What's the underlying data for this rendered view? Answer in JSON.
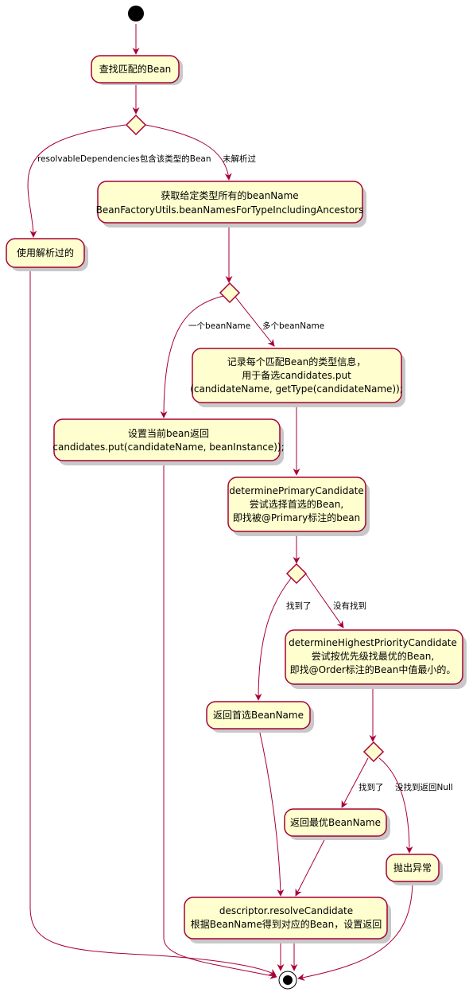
{
  "colors": {
    "node_fill": "#FEFECE",
    "border": "#A80036",
    "start": "#000000",
    "shadow": "#C8C8C8"
  },
  "nodes": {
    "find_bean": [
      "查找匹配的Bean"
    ],
    "get_names": [
      "获取给定类型所有的beanName",
      "BeanFactoryUtils.beanNamesForTypeIncludingAncestors"
    ],
    "use_resolved": [
      "使用解析过的"
    ],
    "record_type": [
      "记录每个匹配Bean的类型信息，",
      "用于备选candidates.put",
      "(candidateName, getType(candidateName));"
    ],
    "set_current": [
      "设置当前bean返回",
      "candidates.put(candidateName, beanInstance));"
    ],
    "determine_primary": [
      "determinePrimaryCandidate",
      "尝试选择首选的Bean,",
      "即找被@Primary标注的bean"
    ],
    "determine_priority": [
      "determineHighestPriorityCandidate",
      "尝试按优先级找最优的Bean,",
      "即找@Order标注的Bean中值最小的。"
    ],
    "return_primary": [
      "返回首选BeanName"
    ],
    "return_best": [
      "返回最优BeanName"
    ],
    "throw_exception": [
      "抛出异常"
    ],
    "resolve_candidate": [
      "descriptor.resolveCandidate",
      "根据BeanName得到对应的Bean，设置返回"
    ]
  },
  "edge_labels": {
    "resolvable": "resolvableDependencies包含该类型的Bean",
    "not_resolved": "未解析过",
    "one_bean": "一个beanName",
    "many_beans": "多个beanName",
    "found_primary": "找到了",
    "not_found_primary": "没有找到",
    "found_best": "找到了",
    "not_found_best": "没找到返回Null"
  }
}
